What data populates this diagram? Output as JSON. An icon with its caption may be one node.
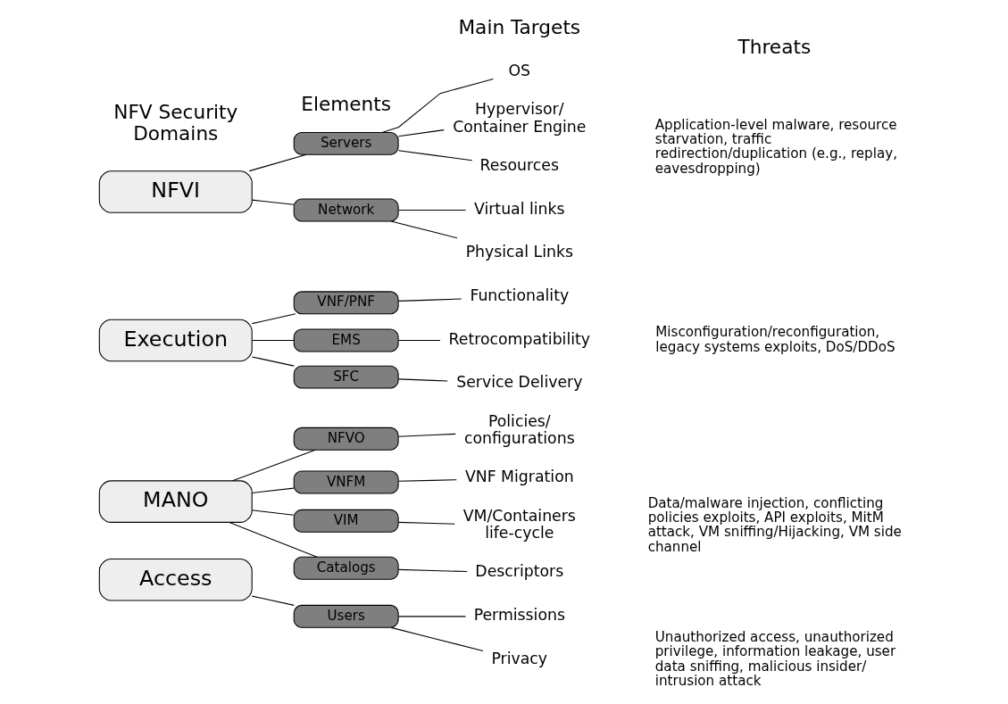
{
  "diagram": {
    "nodes": [
      {
        "text": [
          "NFVI"
        ]
      },
      {
        "text": [
          "Servers"
        ]
      },
      {
        "text": [
          "Network"
        ]
      },
      {
        "text": [
          "OS"
        ]
      },
      {
        "text": [
          "Hypervisor/ Container Engine"
        ]
      },
      {
        "text": [
          "Resources"
        ]
      },
      {
        "text": [
          "Virtual links"
        ]
      },
      {
        "text": [
          "Physical Links"
        ]
      },
      {
        "text": [
          "Execution"
        ]
      },
      {
        "text": [
          "VNF/PNF"
        ]
      },
      {
        "text": [
          "EMS"
        ]
      },
      {
        "text": [
          "SFC"
        ]
      },
      {
        "text": [
          "Functionality"
        ]
      },
      {
        "text": [
          "Retrocompatibility"
        ]
      },
      {
        "text": [
          "Service Delivery"
        ]
      },
      {
        "text": [
          "MANO"
        ]
      },
      {
        "text": [
          "NFVO"
        ]
      },
      {
        "text": [
          "VNFM"
        ]
      },
      {
        "text": [
          "VIM"
        ]
      },
      {
        "text": [
          "Catalogs"
        ]
      },
      {
        "text": [
          "Policies/ configurations"
        ]
      },
      {
        "text": [
          "VNF Migration"
        ]
      },
      {
        "text": [
          "VM/Containers life-cycle"
        ]
      },
      {
        "text": [
          "Descriptors"
        ]
      },
      {
        "text": [
          "Access"
        ]
      },
      {
        "text": [
          "Users"
        ]
      },
      {
        "text": [
          "Permissions"
        ]
      },
      {
        "text": [
          "Privacy"
        ]
      }
    ],
    "edges": [
      {
        "from": 0,
        "to": 1,
        "arrow": "none"
      },
      {
        "from": 0,
        "to": 2,
        "arrow": "none"
      },
      {
        "from": 1,
        "to": 3,
        "arrow": "none"
      },
      {
        "from": 1,
        "to": 4,
        "arrow": "none"
      },
      {
        "from": 1,
        "to": 5,
        "arrow": "none"
      },
      {
        "from": 2,
        "to": 6,
        "arrow": "none"
      },
      {
        "from": 2,
        "to": 7,
        "arrow": "none"
      },
      {
        "from": 8,
        "to": 9,
        "arrow": "none"
      },
      {
        "from": 8,
        "to": 10,
        "arrow": "none"
      },
      {
        "from": 8,
        "to": 11,
        "arrow": "none"
      },
      {
        "from": 9,
        "to": 12,
        "arrow": "none"
      },
      {
        "from": 10,
        "to": 13,
        "arrow": "none"
      },
      {
        "from": 11,
        "to": 14,
        "arrow": "none"
      },
      {
        "from": 15,
        "to": 16,
        "arrow": "none"
      },
      {
        "from": 15,
        "to": 17,
        "arrow": "none"
      },
      {
        "from": 15,
        "to": 18,
        "arrow": "none"
      },
      {
        "from": 15,
        "to": 19,
        "arrow": "none"
      },
      {
        "from": 16,
        "to": 20,
        "arrow": "none"
      },
      {
        "from": 17,
        "to": 21,
        "arrow": "none"
      },
      {
        "from": 18,
        "to": 22,
        "arrow": "none"
      },
      {
        "from": 19,
        "to": 23,
        "arrow": "none"
      },
      {
        "from": 24,
        "to": 25,
        "arrow": "none"
      },
      {
        "from": 25,
        "to": 26,
        "arrow": "none"
      },
      {
        "from": 25,
        "to": 27,
        "arrow": "none"
      }
    ],
    "labels": [
      "NFV Security Domains",
      "Elements",
      "Main Targets",
      "Threats",
      "Application-level malware, resource starvation, traffic redirection/duplication (e.g., replay, eavesdropping)",
      "Misconfiguration/reconfiguration, legacy systems exploits, DoS/DDoS",
      "Data/malware injection, conflicting policies exploits, API exploits, MitM attack, VM sniffing/Hijacking, VM side channel",
      "Unauthorized access, unauthorized privilege, information leakage, user data sniffing, malicious insider/ intrusion attack"
    ]
  }
}
